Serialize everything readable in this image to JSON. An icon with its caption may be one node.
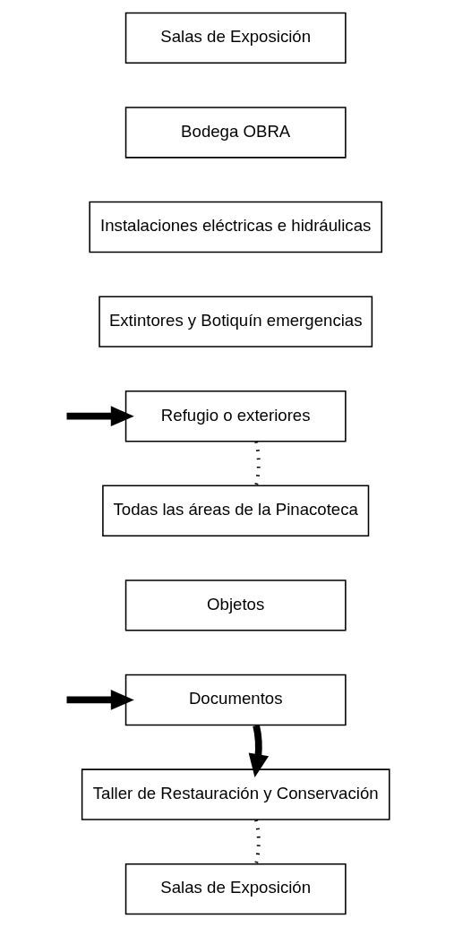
{
  "diagram": {
    "nodes": [
      {
        "text": [
          "Salas de Exposición"
        ]
      },
      {
        "text": [
          "Bodega OBRA"
        ]
      },
      {
        "text": [
          "Instalaciones eléctricas e hidráulicas"
        ]
      },
      {
        "text": [
          "Extintores y Botiquín emergencias"
        ]
      },
      {
        "text": [
          "Refugio o exteriores"
        ]
      },
      {
        "text": [
          "Todas las áreas de la Pinacoteca"
        ]
      },
      {
        "text": [
          "Objetos"
        ]
      },
      {
        "text": [
          "Documentos"
        ]
      },
      {
        "text": [
          "Taller de Restauración y Conservación"
        ]
      },
      {
        "text": [
          "Salas de Exposición"
        ]
      }
    ],
    "edges": [
      {
        "from": null,
        "to": 4,
        "arrow": "to"
      },
      {
        "from": 4,
        "to": 5,
        "arrow": "none",
        "style": "dashed"
      },
      {
        "from": null,
        "to": 7,
        "arrow": "to"
      },
      {
        "from": 7,
        "to": 8,
        "arrow": "to"
      },
      {
        "from": 8,
        "to": 9,
        "arrow": "none",
        "style": "dashed"
      }
    ]
  }
}
